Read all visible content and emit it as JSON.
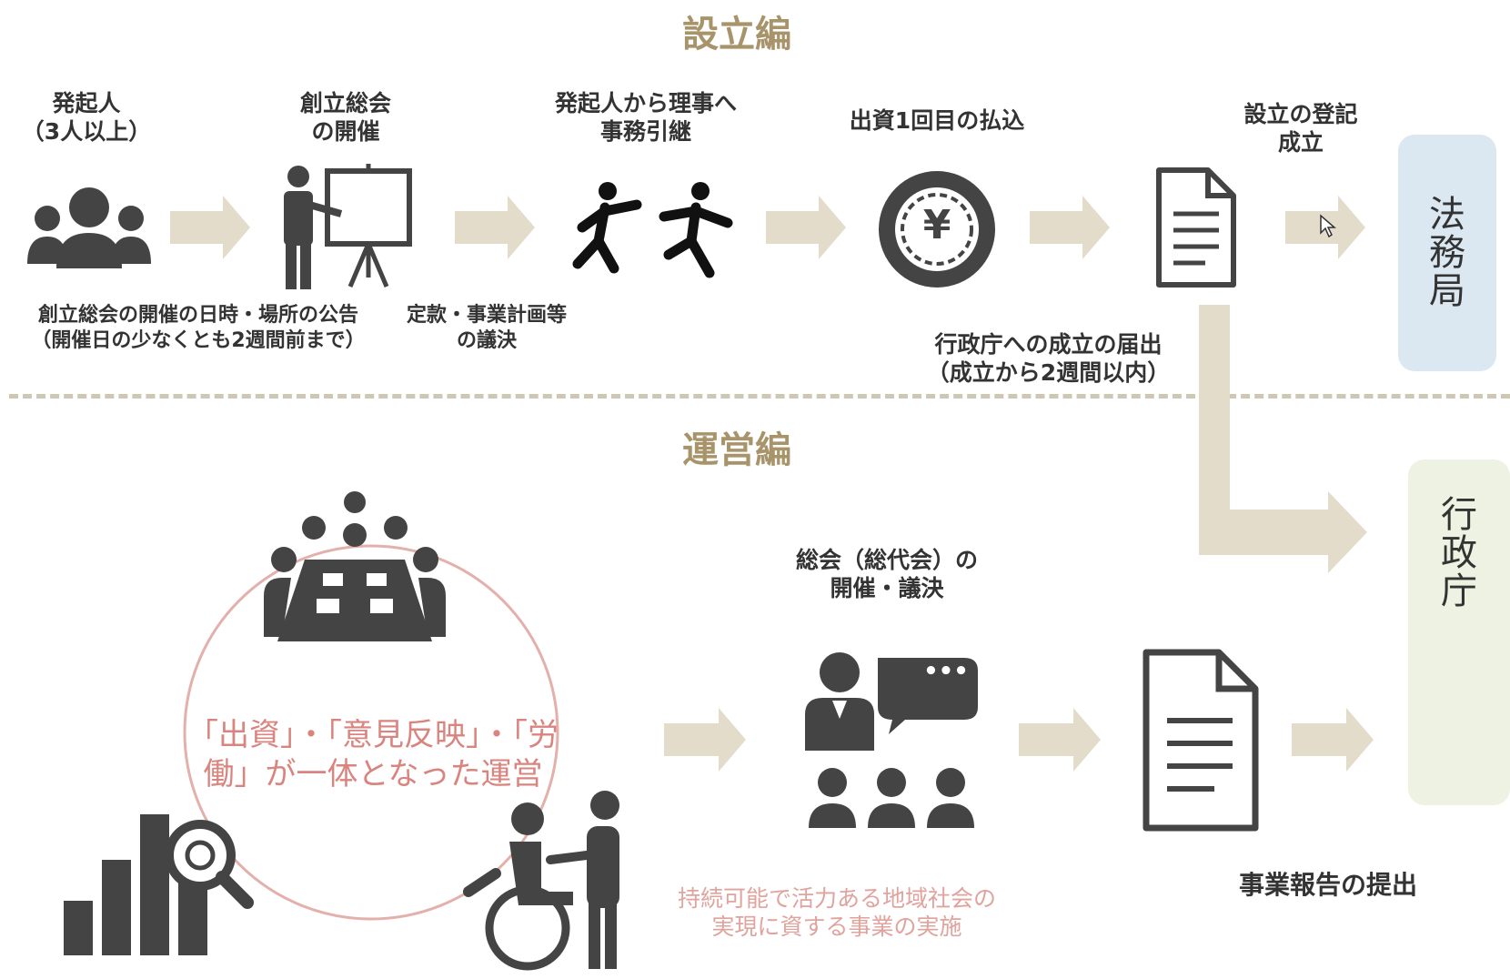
{
  "sections": {
    "setup": "設立編",
    "operation": "運営編"
  },
  "setup": {
    "step1": "発起人\n（3人以上）",
    "step2": "創立総会\nの開催",
    "step3": "発起人から理事へ\n事務引継",
    "step4": "出資1回目の払込",
    "step5": "設立の登記\n成立",
    "note1": "創立総会の開催の日時・場所の公告\n（開催日の少なくとも2週間前まで）",
    "note2": "定款・事業計画等\nの議決",
    "note3": "行政庁への成立の届出\n（成立から2週間以内）",
    "yen_symbol": "¥"
  },
  "operation": {
    "circle_text": "「出資」・「意見反映」・「労\n働」が一体となった運営",
    "general_meeting": "総会（総代会）の\n開催・議決",
    "sustainable": "持続可能で活力ある地域社会の\n実現に資する事業の実施",
    "report": "事業報告の提出",
    "bubble_dots": "•••"
  },
  "offices": {
    "legal_affairs": "法務局",
    "administrative": "行政庁"
  },
  "colors": {
    "arrow": "#e4dccb",
    "section": "#a8946a",
    "blue_box": "#dbe8f1",
    "green_box": "#eef2e3",
    "pink": "#d9847e",
    "icon": "#444444"
  }
}
